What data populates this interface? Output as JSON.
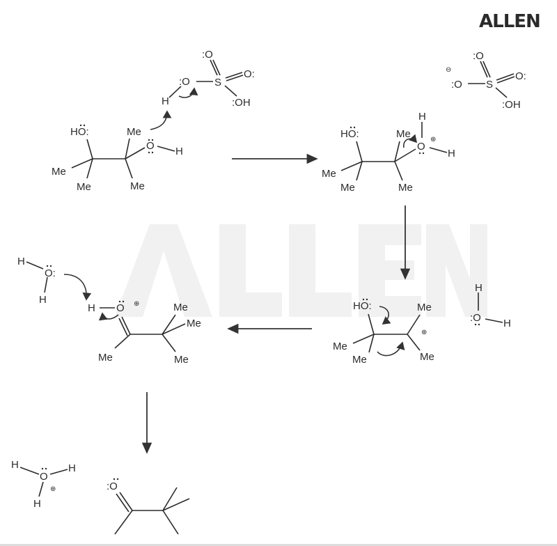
{
  "logo": "ALLEN",
  "watermark": "ALLEN",
  "step1": {
    "ho": "HO:",
    "me1": "Me",
    "me2": "Me",
    "me3": "Me",
    "me4": "Me",
    "o": "O",
    "h": "H",
    "h_acid": "H",
    "o_acid": ":O",
    "s": "S",
    "o_top": ":O",
    "o_right": "O:",
    "oh": ":OH"
  },
  "step2": {
    "ho": "HO:",
    "me1": "Me",
    "me2": "Me",
    "me3": "Me",
    "me4": "Me",
    "o": "O",
    "h_top": "H",
    "h_right": "H",
    "o_minus": ":O",
    "s": "S",
    "o_top": ":O",
    "o_right": "O:",
    "oh": ":OH",
    "plus": "⊕",
    "minus": "⊖"
  },
  "step3": {
    "ho": "HO:",
    "me1": "Me",
    "me2": "Me",
    "me3": "Me",
    "me4": "Me",
    "plus": "⊕",
    "w_h_top": "H",
    "w_o": ":O",
    "w_h_right": "H"
  },
  "step4": {
    "h": "H",
    "o": "O",
    "plus": "⊕",
    "me1": "Me",
    "me2": "Me",
    "me3": "Me",
    "me4": "Me",
    "w_h_top": "H",
    "w_o": "O:",
    "w_h_bottom": "H"
  },
  "step5": {
    "h1": "H",
    "o": "O",
    "h2": "H",
    "h3": "H",
    "plus": "⊕",
    "ketone_o": ":O"
  }
}
